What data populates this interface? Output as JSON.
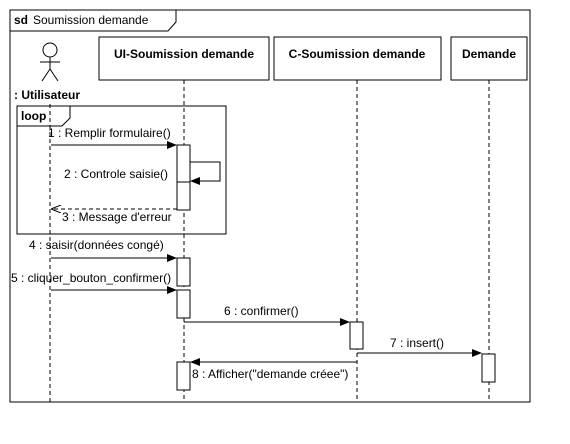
{
  "frame": {
    "keyword": "sd",
    "name": "Soumission demande"
  },
  "actor": {
    "name": ": Utilisateur"
  },
  "lifelines": [
    {
      "id": "ui",
      "label": "UI-Soumission demande"
    },
    {
      "id": "ctrl",
      "label": "C-Soumission demande"
    },
    {
      "id": "demande",
      "label": "Demande"
    }
  ],
  "fragment": {
    "operator": "loop"
  },
  "messages": [
    {
      "label": "1 : Remplir formulaire()",
      "kind": "sync"
    },
    {
      "label": "2 : Controle saisie()",
      "kind": "self"
    },
    {
      "label": "3 : Message d'erreur",
      "kind": "reply"
    },
    {
      "label": "4 : saisir(données congé)",
      "kind": "sync"
    },
    {
      "label": "5 : cliquer_bouton_confirmer()",
      "kind": "sync"
    },
    {
      "label": "6 : confirmer()",
      "kind": "sync"
    },
    {
      "label": "7 : insert()",
      "kind": "sync"
    },
    {
      "label": "8 : Afficher(\"demande créee\")",
      "kind": "sync"
    }
  ]
}
